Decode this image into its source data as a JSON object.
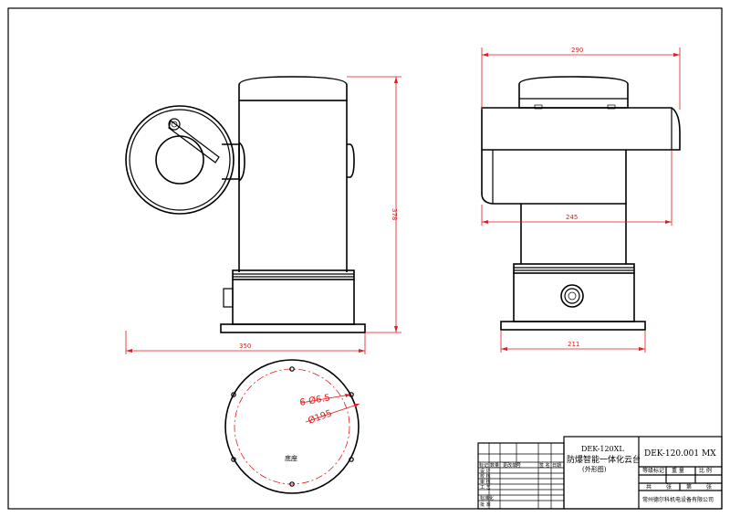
{
  "dimensions": {
    "front_width": "350",
    "front_height": "378",
    "side_top_width": "290",
    "side_mid_width": "245",
    "side_base_width": "211"
  },
  "base_view": {
    "holes_label": "6-Ø6.5",
    "pitch_label": "Ø195",
    "caption": "底座"
  },
  "title_block": {
    "model": "DEK-120XL",
    "product_name": "防爆智能一体化云台",
    "view_note": "(外形图)",
    "drawing_number": "DEK-120.001  MX",
    "company": "常州德尔科机电设备有限公司",
    "fields": {
      "grade_mark": "等级标记",
      "weight": "重 量",
      "scale": "比 例",
      "sheet_total": "共",
      "sheet_word": "张",
      "sheet_page": "第",
      "page_word": "张"
    },
    "revision_headers": [
      "标记",
      "数量",
      "更改单号",
      "签 名",
      "日期"
    ],
    "signoff_labels": [
      "设 计",
      "校 核",
      "审 核",
      "工 艺",
      "",
      "标准化",
      "批 准"
    ]
  },
  "colors": {
    "line": "#000000",
    "dimension": "#e01c1c"
  }
}
